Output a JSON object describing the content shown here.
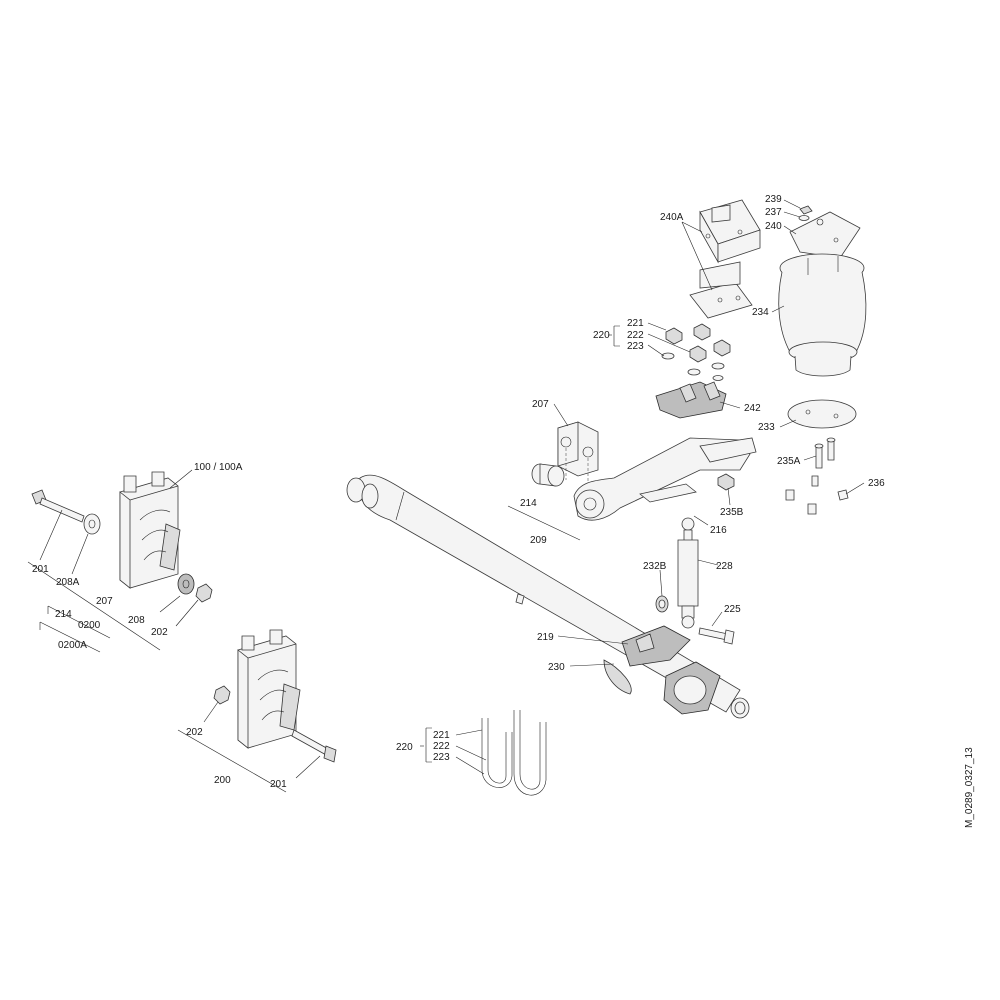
{
  "drawing_reference": "M_0289_0327_13",
  "callouts": {
    "c239": "239",
    "c237": "237",
    "c240": "240",
    "c240A": "240A",
    "c234": "234",
    "c220_top": "220",
    "c221_top": "221",
    "c222_top": "222",
    "c223_top": "223",
    "c242": "242",
    "c207_top": "207",
    "c233": "233",
    "c235A": "235A",
    "c236": "236",
    "c214_top": "214",
    "c235B": "235B",
    "c209": "209",
    "c216": "216",
    "c228": "228",
    "c232B": "232B",
    "c225": "225",
    "c219": "219",
    "c230": "230",
    "c100": "100 / 100A",
    "c201_left": "201",
    "c208A": "208A",
    "c207_left": "207",
    "c208": "208",
    "c202_left": "202",
    "c214_left": "214",
    "c0200": "0200",
    "c0200A": "0200A",
    "c202_bottom": "202",
    "c200": "200",
    "c201_bottom": "201",
    "c220_bottom": "220",
    "c221_bottom": "221",
    "c222_bottom": "222",
    "c223_bottom": "223"
  }
}
